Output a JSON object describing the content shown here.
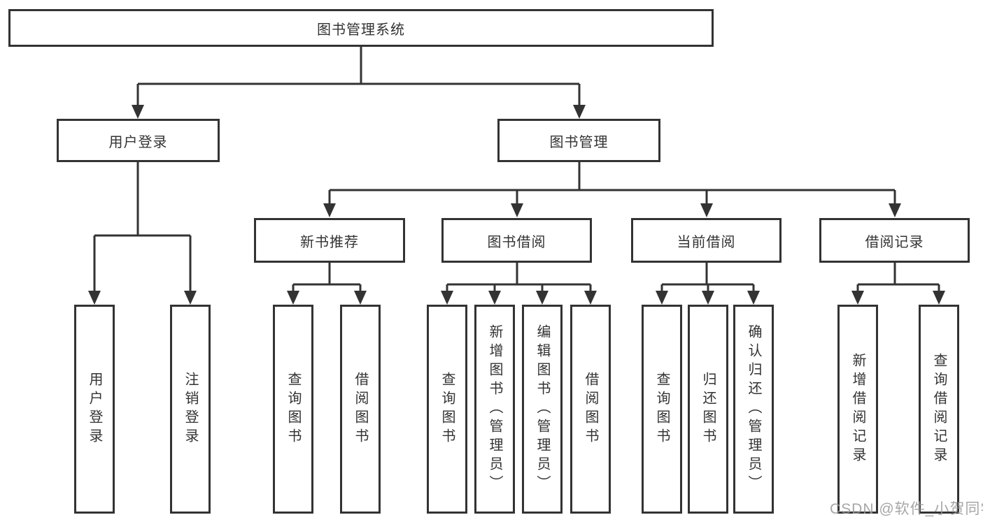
{
  "page": {
    "background_color": "#ffffff",
    "line_color": "#333333",
    "text_color": "#333333",
    "watermark_color": "#969696"
  },
  "watermark": {
    "text": "CSDN @软件_小贺同学"
  },
  "nodes": {
    "root": "图书管理系统",
    "user_login": "用户登录",
    "book_mgmt": "图书管理",
    "new_book": "新书推荐",
    "book_borrow": "图书借阅",
    "current_borrow": "当前借阅",
    "borrow_record": "借阅记录",
    "leaf_user_login": "用户登录",
    "leaf_logout": "注销登录",
    "leaf_nb_query": "查询图书",
    "leaf_nb_borrow": "借阅图书",
    "leaf_bb_query": "查询图书",
    "leaf_bb_add": "新增图书（管理员）",
    "leaf_bb_edit": "编辑图书（管理员）",
    "leaf_bb_borrow": "借阅图书",
    "leaf_cb_query": "查询图书",
    "leaf_cb_return": "归还图书",
    "leaf_cb_confirm": "确认归还（管理员）",
    "leaf_br_add": "新增借阅记录",
    "leaf_br_query": "查询借阅记录"
  }
}
